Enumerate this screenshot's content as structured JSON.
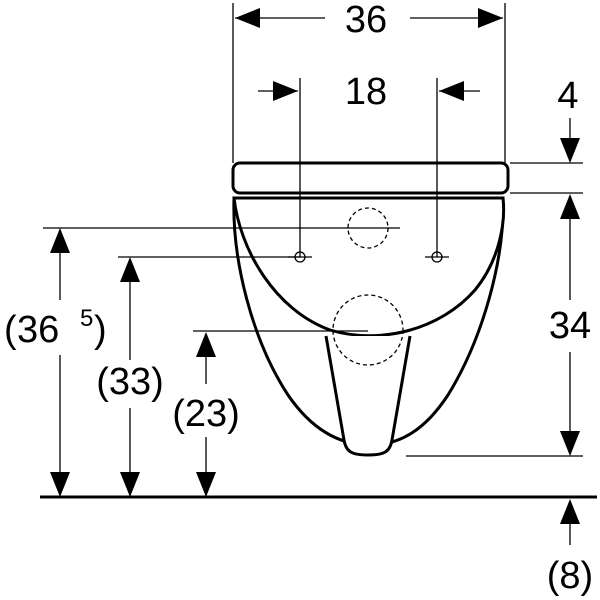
{
  "dimensions": {
    "overall_width": "36",
    "fixing_spacing": "18",
    "seat_thickness": "4",
    "bowl_height": "34",
    "rim_height_main": "36",
    "rim_height_sup": "5",
    "rim_height_open": "(",
    "rim_height_close": ")",
    "fixing_height": "(33)",
    "outlet_height": "(23)",
    "floor_offset": "(8)"
  }
}
